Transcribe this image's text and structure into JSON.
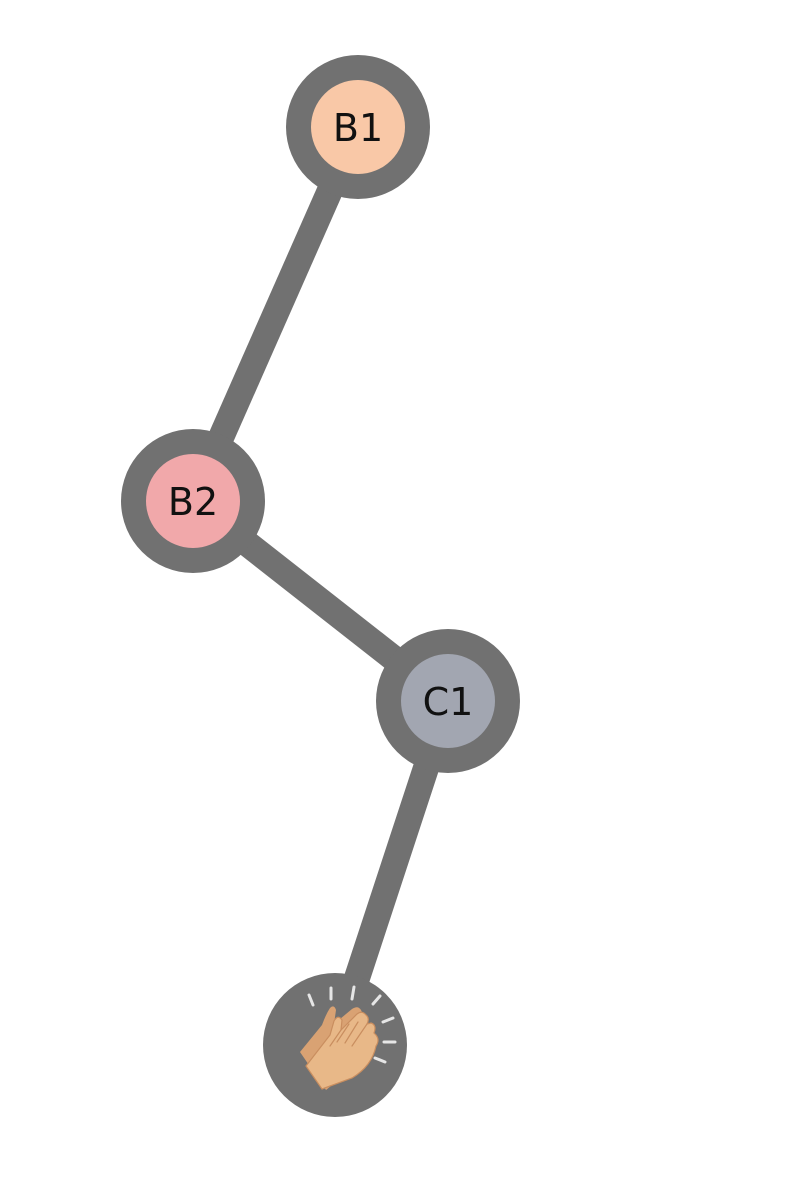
{
  "diagram": {
    "nodes": [
      {
        "id": "b1",
        "label": "B1",
        "fill": "#f9c8a7"
      },
      {
        "id": "b2",
        "label": "B2",
        "fill": "#f1a8aa"
      },
      {
        "id": "c1",
        "label": "C1",
        "fill": "#a2a6b1"
      },
      {
        "id": "end",
        "label": "",
        "icon": "clapping-hands-icon"
      }
    ],
    "edges": [
      {
        "from": "b1",
        "to": "b2"
      },
      {
        "from": "b2",
        "to": "c1"
      },
      {
        "from": "c1",
        "to": "end"
      }
    ],
    "colors": {
      "ring": "#717171",
      "edge": "#717171",
      "label": "#111111",
      "hand_skin": "#e8b888",
      "sparkle": "#e6e6e6"
    }
  }
}
